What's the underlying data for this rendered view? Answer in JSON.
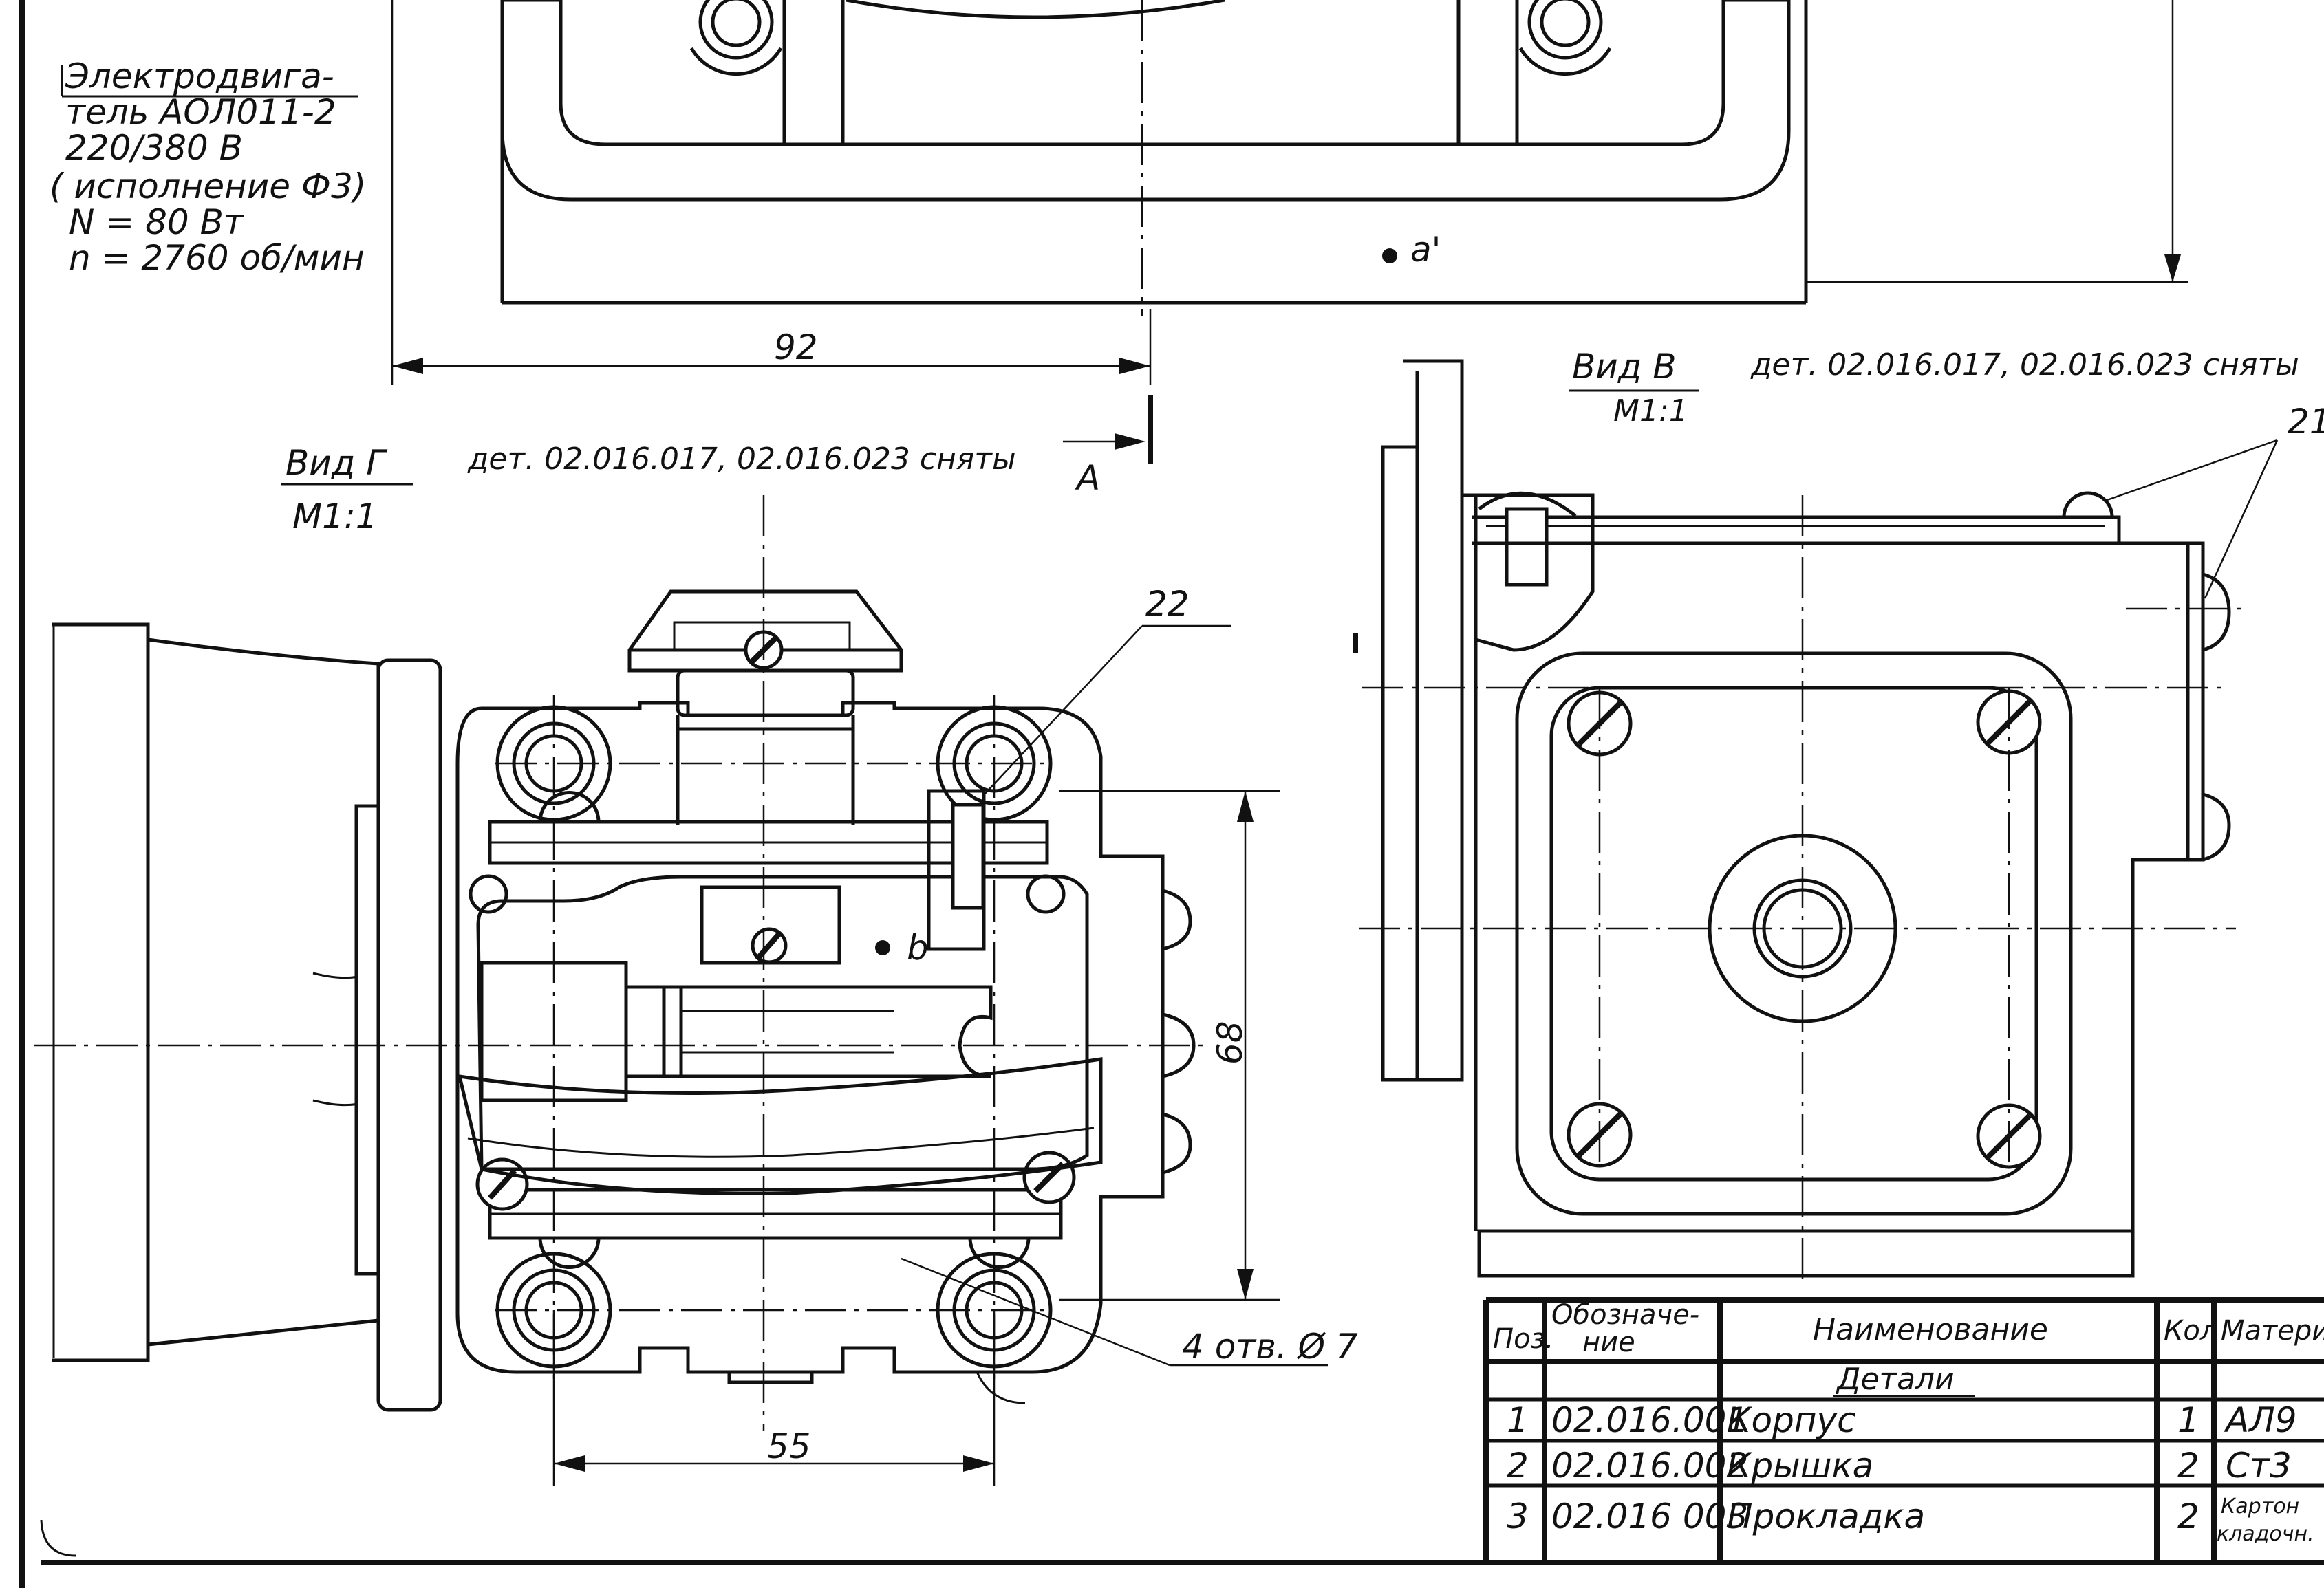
{
  "motor_note": {
    "lines": [
      "Электродвига-",
      "тель АОЛ011-2",
      "220/380 В",
      "( исполнение Ф3)",
      "N = 80 Вт",
      "n = 2760 об/мин"
    ]
  },
  "top_view": {
    "point_label": "a'",
    "dim_92": "92"
  },
  "section_mark": {
    "label": "A"
  },
  "view_g": {
    "title": "Вид Г",
    "scale": "М1:1",
    "note": "дет. 02.016.017, 02.016.023 сняты",
    "leader_22": "22",
    "point_label": "b",
    "dim_68": "68",
    "dim_55": "55",
    "holes_note": "4 отв. Ø 7"
  },
  "view_v": {
    "title": "Вид В",
    "scale": "М1:1",
    "note": "дет. 02.016.017, 02.016.023 сняты",
    "leader_21": "21"
  },
  "spec_table": {
    "headers": {
      "pos": "Поз.",
      "designation_1": "Обозначе-",
      "designation_2": "ние",
      "name": "Наименование",
      "qty": "Кол",
      "material": "Матери"
    },
    "section": "Детали",
    "rows": [
      {
        "pos": "1",
        "designation": "02.016.001",
        "name": "Корпус",
        "qty": "1",
        "material": "АЛ9"
      },
      {
        "pos": "2",
        "designation": "02.016.002",
        "name": "Крышка",
        "qty": "2",
        "material": "Ст3"
      },
      {
        "pos": "3",
        "designation": "02.016 003",
        "name": "Прокладка",
        "qty": "2",
        "material_1": "Картон",
        "material_2": "кладочн."
      }
    ]
  }
}
